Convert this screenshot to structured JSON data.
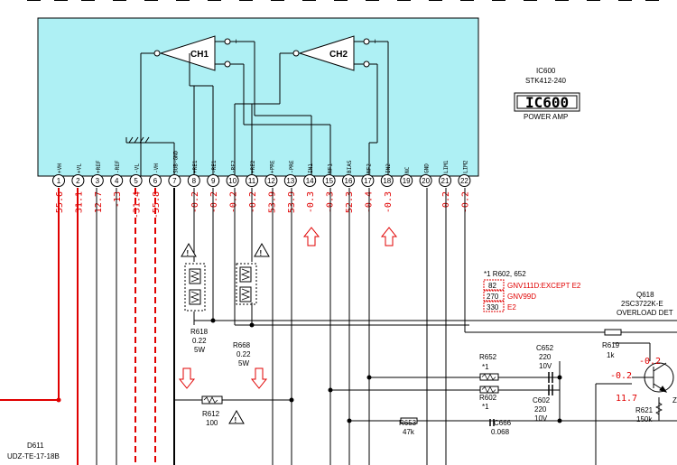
{
  "ic": {
    "part": "IC600",
    "model": "STK412-240",
    "badge": "IC600",
    "function": "POWER AMP",
    "ch1": "CH1",
    "ch2": "CH2"
  },
  "pins": [
    {
      "num": "1",
      "label": "+VH",
      "volt": "55.6"
    },
    {
      "num": "2",
      "label": "+VL",
      "volt": "31.1"
    },
    {
      "num": "3",
      "label": "+REF",
      "volt": "12.7"
    },
    {
      "num": "4",
      "label": "-REF",
      "volt": "-13"
    },
    {
      "num": "5",
      "label": "-VL",
      "volt": "-31.4"
    },
    {
      "num": "6",
      "label": "-VH",
      "volt": "-55.8"
    },
    {
      "num": "7",
      "label": "SUB-GND",
      "volt": ""
    },
    {
      "num": "8",
      "label": "+RE1",
      "volt": "-0.2"
    },
    {
      "num": "9",
      "label": "-RE1",
      "volt": "-0.2"
    },
    {
      "num": "10",
      "label": "-RE2",
      "volt": "-0.2"
    },
    {
      "num": "11",
      "label": "+RE2",
      "volt": "-0.2"
    },
    {
      "num": "12",
      "label": "+PRE",
      "volt": "53.9"
    },
    {
      "num": "13",
      "label": "-PRE",
      "volt": "53.9"
    },
    {
      "num": "14",
      "label": "IN1",
      "volt": "-0.3"
    },
    {
      "num": "15",
      "label": "NF1",
      "volt": "-0.3"
    },
    {
      "num": "16",
      "label": "BIAS",
      "volt": "-52.3"
    },
    {
      "num": "17",
      "label": "NF2",
      "volt": "-0.4"
    },
    {
      "num": "18",
      "label": "IN2",
      "volt": "-0.3"
    },
    {
      "num": "19",
      "label": "NC",
      "volt": ""
    },
    {
      "num": "20",
      "label": "GND",
      "volt": ""
    },
    {
      "num": "21",
      "label": "LIM1",
      "volt": "-0.2"
    },
    {
      "num": "22",
      "label": "LIM2",
      "volt": "-0.2"
    }
  ],
  "note": {
    "title": "*1 R602, 652",
    "rows": [
      {
        "value": "82",
        "desc": "GNV111D:EXCEPT E2"
      },
      {
        "value": "270",
        "desc": "GNV99D"
      },
      {
        "value": "330",
        "desc": "E2"
      }
    ]
  },
  "components": {
    "r618": {
      "ref": "R618",
      "val": "0.22",
      "pwr": "5W"
    },
    "r668": {
      "ref": "R668",
      "val": "0.22",
      "pwr": "5W"
    },
    "r612": {
      "ref": "R612",
      "val": "100"
    },
    "r652": {
      "ref": "R652",
      "val": "*1"
    },
    "r602": {
      "ref": "R602",
      "val": "*1"
    },
    "c652": {
      "ref": "C652",
      "val": "220",
      "volt": "10V"
    },
    "c602": {
      "ref": "C602",
      "val": "220",
      "volt": "10V"
    },
    "r653": {
      "ref": "R653",
      "val": "47k"
    },
    "c666": {
      "ref": "C666",
      "val": "0.068"
    },
    "r619": {
      "ref": "R619",
      "val": "1k"
    },
    "r621": {
      "ref": "R621",
      "val": "150k"
    },
    "q618": {
      "ref": "Q618",
      "model": "2SC3722K-E",
      "func": "OVERLOAD DET"
    },
    "d611": {
      "ref": "D611",
      "model": "UDZ-TE-17-18B"
    }
  },
  "q618_voltages": {
    "collector": "-0.2",
    "base": "-0.2",
    "emitter": "11.7",
    "z": "Z"
  },
  "colors": {
    "ic_fill": "#aef0f4",
    "voltage": "#e00000",
    "wire": "#000000"
  }
}
